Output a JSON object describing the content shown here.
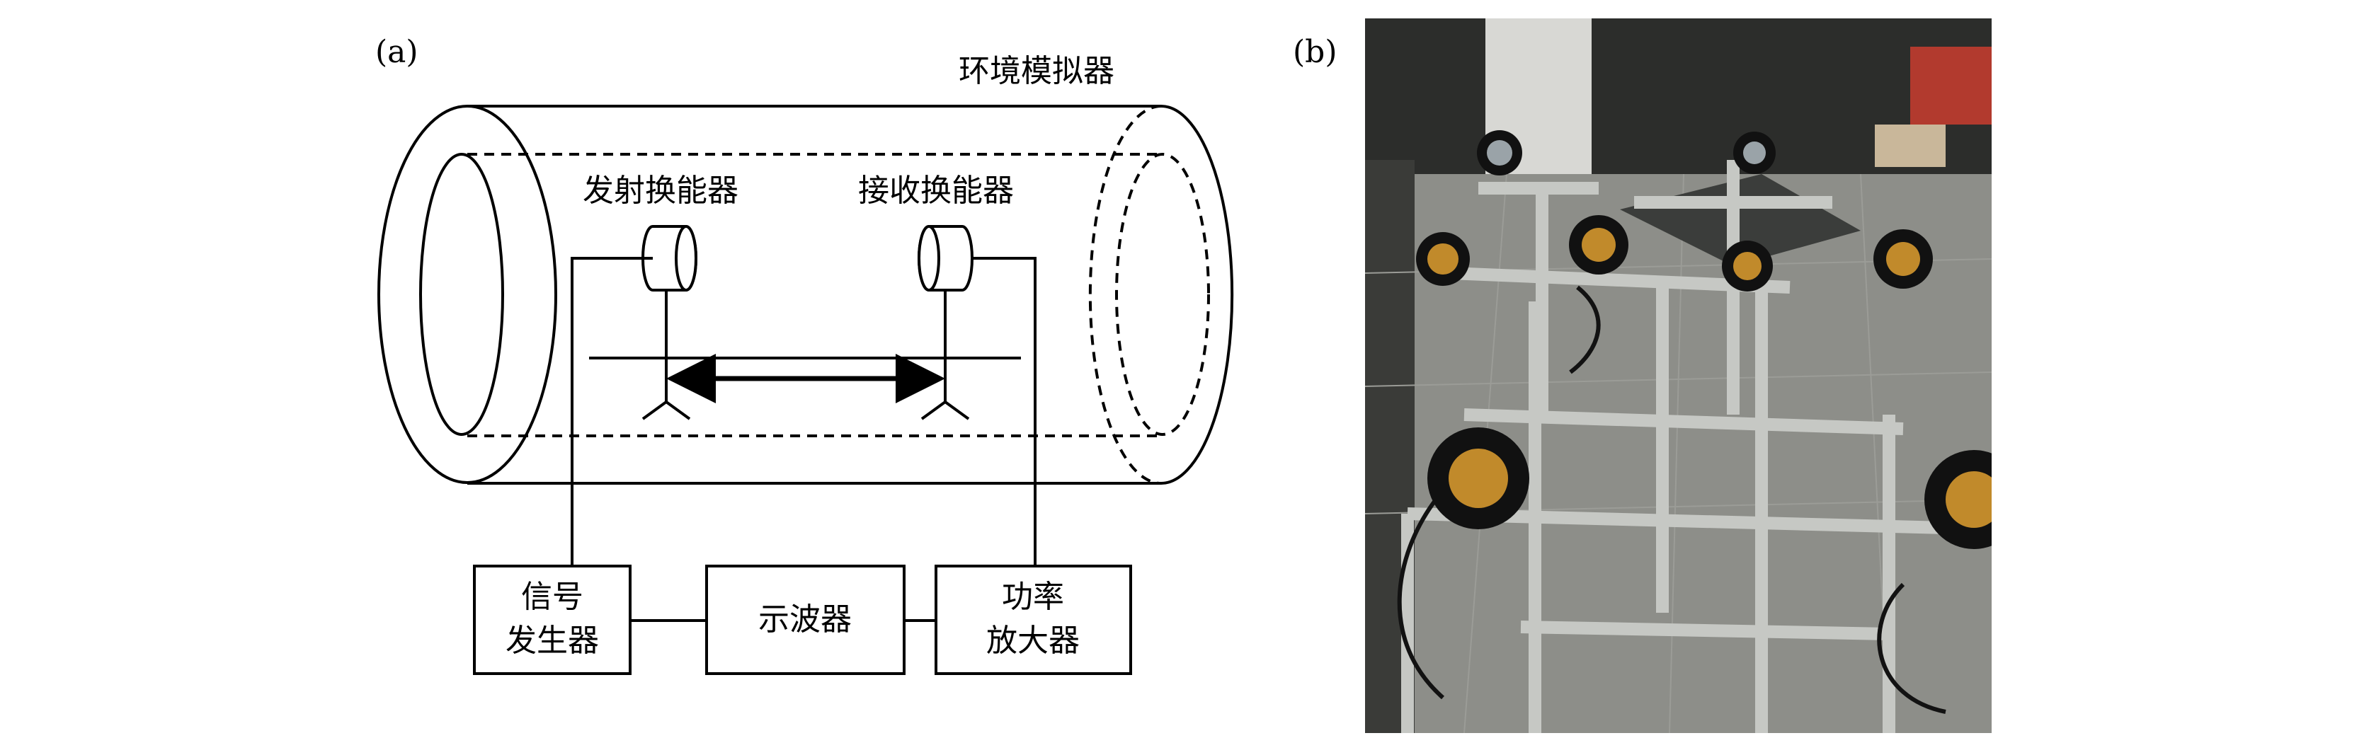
{
  "panel_a": {
    "label": "(a)",
    "simulator_label": "环境模拟器",
    "transmitter_label": "发射换能器",
    "receiver_label": "接收换能器",
    "boxes": {
      "signal_generator": [
        "信号",
        "发生器"
      ],
      "oscilloscope": "示波器",
      "power_amplifier": [
        "功率",
        "放大器"
      ]
    }
  },
  "panel_b": {
    "label": "(b)"
  }
}
